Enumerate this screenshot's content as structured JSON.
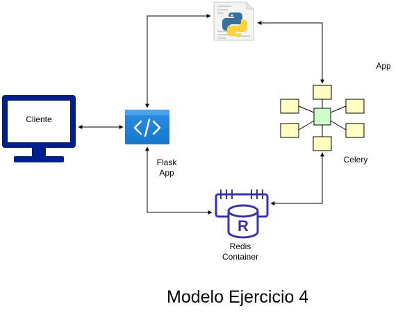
{
  "labels": {
    "client": "Cliente",
    "flask": "Flask\nApp",
    "app": "App",
    "celery": "Celery",
    "redis": "Redis\nContainer",
    "redis_letter": "R",
    "title": "Modelo Ejercicio 4"
  },
  "colors": {
    "monitor": "#001f8f",
    "flask_tile": "#1f86db",
    "redis_icon": "#3730b8",
    "celery_center": "#ccffcc",
    "celery_node": "#ffffc0",
    "python_blue": "#3670a0",
    "python_yellow": "#ffd43b",
    "edge": "#000000"
  },
  "icons": {
    "client": "monitor-icon",
    "flask": "code-icon",
    "app": "python-file-icon",
    "celery": "cluster-icon",
    "redis": "redis-container-icon"
  }
}
